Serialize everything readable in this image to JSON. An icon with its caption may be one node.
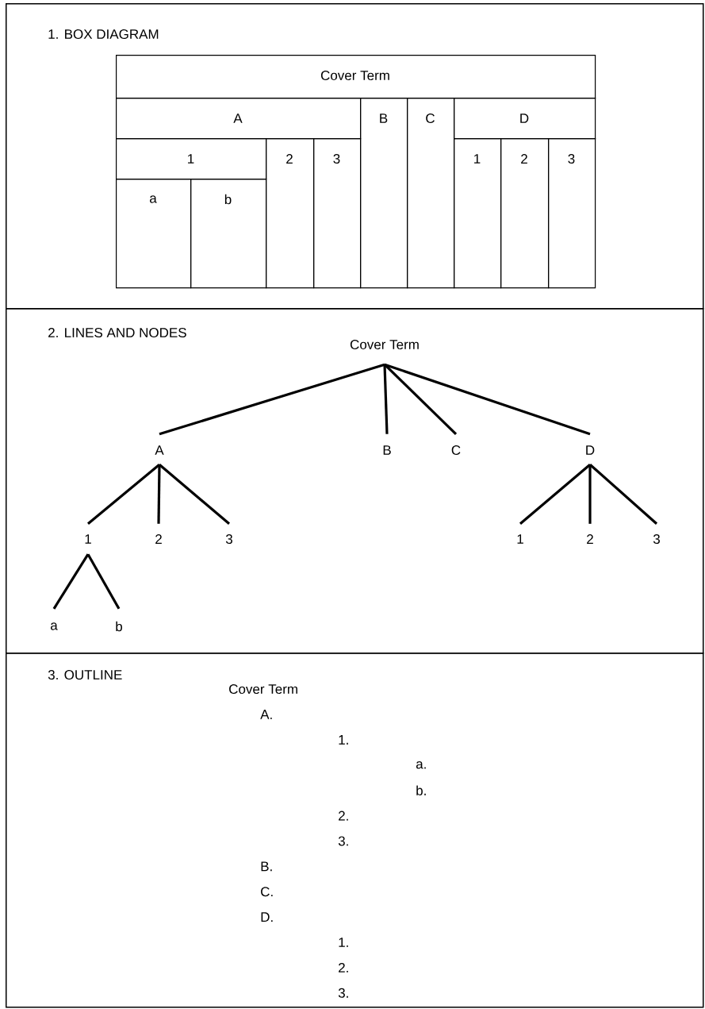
{
  "diagram": {
    "nodes": [
      {
        "text": [
          "1. BOX DIAGRAM"
        ]
      },
      {
        "text": [
          "Cover Term"
        ],
        "in": 0
      },
      {
        "text": [
          "A"
        ],
        "in": 0
      },
      {
        "text": [
          "B"
        ],
        "in": 0
      },
      {
        "text": [
          "C"
        ],
        "in": 0
      },
      {
        "text": [
          "D"
        ],
        "in": 0
      },
      {
        "text": [
          "1"
        ],
        "in": 0
      },
      {
        "text": [
          "2"
        ],
        "in": 0
      },
      {
        "text": [
          "3"
        ],
        "in": 0
      },
      {
        "text": [
          "1"
        ],
        "in": 0
      },
      {
        "text": [
          "2"
        ],
        "in": 0
      },
      {
        "text": [
          "3"
        ],
        "in": 0
      },
      {
        "text": [
          "a"
        ],
        "in": 0
      },
      {
        "text": [
          "b"
        ],
        "in": 0
      },
      {
        "text": [
          "2. LINES AND NODES"
        ]
      },
      {
        "text": [
          "Cover Term"
        ],
        "in": 14
      },
      {
        "text": [
          "A"
        ],
        "in": 14
      },
      {
        "text": [
          "B"
        ],
        "in": 14
      },
      {
        "text": [
          "C"
        ],
        "in": 14
      },
      {
        "text": [
          "D"
        ],
        "in": 14
      },
      {
        "text": [
          "1"
        ],
        "in": 14
      },
      {
        "text": [
          "2"
        ],
        "in": 14
      },
      {
        "text": [
          "3"
        ],
        "in": 14
      },
      {
        "text": [
          "1"
        ],
        "in": 14
      },
      {
        "text": [
          "2"
        ],
        "in": 14
      },
      {
        "text": [
          "3"
        ],
        "in": 14
      },
      {
        "text": [
          "a"
        ],
        "in": 14
      },
      {
        "text": [
          "b"
        ],
        "in": 14
      },
      {
        "text": [
          "3. OUTLINE",
          "Cover Term",
          "A.",
          "1.",
          "a.",
          "b.",
          "2.",
          "3.",
          "B.",
          "C.",
          "D.",
          "1.",
          "2.",
          "3."
        ]
      }
    ],
    "edges": [
      {
        "from": 15,
        "to": 16,
        "arrow": "none"
      },
      {
        "from": 15,
        "to": 17,
        "arrow": "none"
      },
      {
        "from": 15,
        "to": 18,
        "arrow": "none"
      },
      {
        "from": 15,
        "to": 19,
        "arrow": "none"
      },
      {
        "from": 16,
        "to": 20,
        "arrow": "none"
      },
      {
        "from": 16,
        "to": 21,
        "arrow": "none"
      },
      {
        "from": 16,
        "to": 22,
        "arrow": "none"
      },
      {
        "from": 19,
        "to": 23,
        "arrow": "none"
      },
      {
        "from": 19,
        "to": 24,
        "arrow": "none"
      },
      {
        "from": 19,
        "to": 25,
        "arrow": "none"
      },
      {
        "from": 20,
        "to": 26,
        "arrow": "none"
      },
      {
        "from": 20,
        "to": 27,
        "arrow": "none"
      }
    ]
  }
}
